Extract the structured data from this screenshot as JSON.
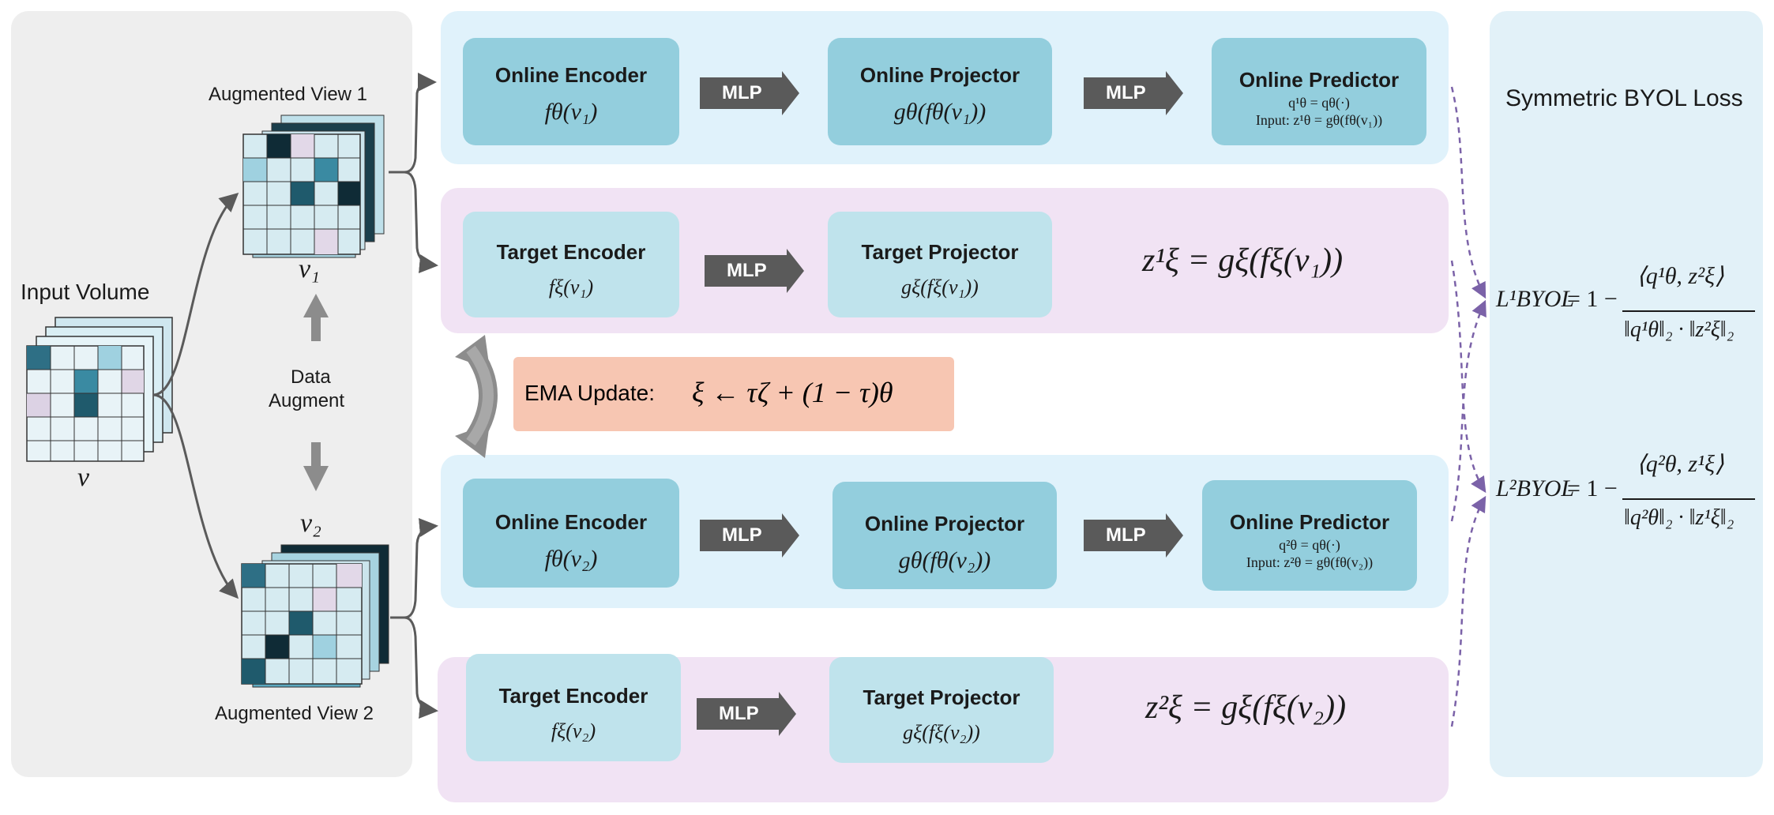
{
  "input": {
    "label": "Input Volume",
    "var": "v"
  },
  "views": {
    "view1_label": "Augmented View 1",
    "view2_label": "Augmented View 2",
    "v1": "v₁",
    "v2": "v₂",
    "augment_line1": "Data",
    "augment_line2": "Augment"
  },
  "mlp_label": "MLP",
  "branch1": {
    "online_encoder": {
      "title": "Online Encoder",
      "formula": "fθ(v₁)"
    },
    "online_projector": {
      "title": "Online Projector",
      "formula": "gθ(fθ(v₁))"
    },
    "online_predictor": {
      "title": "Online Predictor",
      "line1": "q¹θ = qθ(·)",
      "line2": "Input:  z¹θ = gθ(fθ(v₁))"
    },
    "target_encoder": {
      "title": "Target Encoder",
      "formula": "fξ(v₁)"
    },
    "target_projector": {
      "title": "Target Projector",
      "formula": "gξ(fξ(v₁))"
    },
    "target_output": "z¹ξ = gξ(fξ(v₁))"
  },
  "branch2": {
    "online_encoder": {
      "title": "Online Encoder",
      "formula": "fθ(v₂)"
    },
    "online_projector": {
      "title": "Online Projector",
      "formula": "gθ(fθ(v₂))"
    },
    "online_predictor": {
      "title": "Online Predictor",
      "line1": "q²θ = qθ(·)",
      "line2": "Input:  z²θ = gθ(fθ(v₂))"
    },
    "target_encoder": {
      "title": "Target Encoder",
      "formula": "fξ(v₂)"
    },
    "target_projector": {
      "title": "Target Projector",
      "formula": "gξ(fξ(v₂))"
    },
    "target_output": "z²ξ = gξ(fξ(v₂))"
  },
  "ema": {
    "label": "EMA Update:",
    "formula": "ξ ← τζ + (1 − τ)θ"
  },
  "loss": {
    "title": "Symmetric BYOL Loss",
    "l1_lhs": "L¹BYOL",
    "l1_eq": "= 1 −",
    "l1_num": "⟨q¹θ, z²ξ⟩",
    "l1_den": "‖q¹θ‖₂ · ‖z²ξ‖₂",
    "l2_lhs": "L²BYOL",
    "l2_eq": "= 1 −",
    "l2_num": "⟨q²θ, z¹ξ⟩",
    "l2_den": "‖q²θ‖₂ · ‖z¹ξ‖₂"
  },
  "colors": {
    "online_box": "#93cedd",
    "target_box": "#bfe3ec",
    "online_band": "#e0f2fb",
    "target_band": "#f1e3f4",
    "ema_box": "#f7c6b2",
    "mlp_arrow": "#5a5a5a",
    "loss_arrow": "#7b62a8"
  }
}
